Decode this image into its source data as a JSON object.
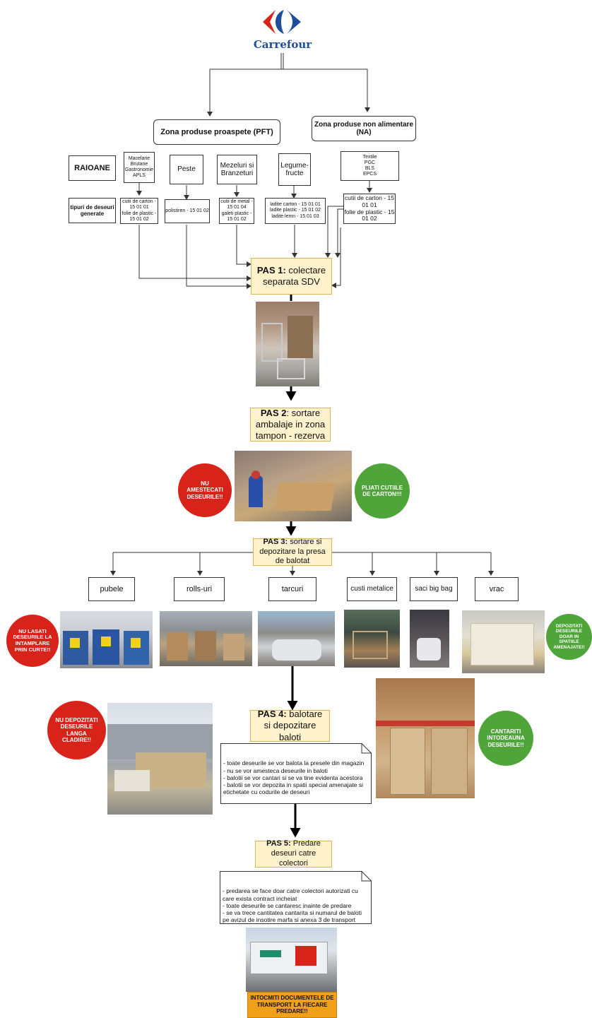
{
  "logo": {
    "brand": "Carrefour"
  },
  "zones": {
    "fresh": "Zona produse proaspete (PFT)",
    "nonfood": "Zona produse non alimentare (NA)"
  },
  "row_labels": {
    "raioane": "RAIOANE",
    "waste_types": "tipuri de deseuri generate"
  },
  "departments": [
    {
      "name": "Macelarie\nBrutarie\nGastronomie\nAPLS",
      "waste": "cutii de carton - 15 01 01\nfolie de plastic - 15 01 02"
    },
    {
      "name": "Peste",
      "waste": "polistiren - 15 01 02"
    },
    {
      "name": "Mezeluri si Branzeturi",
      "waste": "cutii de metal - 15 01 04\ngaleti plastic - 15 01 02"
    },
    {
      "name": "Legume-fructe",
      "waste": "ladite carton - 15 01 01\nladite plastic - 15 01 02\nladite lemn - 15 01 03"
    },
    {
      "name": "Textile\nPGC\nBLS\nEPCS",
      "waste": "cutii de carton - 15 01 01\nfolie de plastic - 15 01 02"
    }
  ],
  "steps": [
    {
      "label": "PAS 1:",
      "text": " colectare separata SDV"
    },
    {
      "label": "PAS 2",
      "text": ": sortare ambalaje in zona tampon - rezerva"
    },
    {
      "label": "PAS 3:",
      "text": " sortare si depozitare la presa de balotat"
    },
    {
      "label": "PAS 4:",
      "text": " balotare si depozitare baloti"
    },
    {
      "label": "PAS 5:",
      "text": " Predare deseuri catre colectori"
    }
  ],
  "warnings": {
    "no_mixing": "NU AMESTECATI DESEURILE!!",
    "fold_boxes": "PLIATI CUTIILE DE CARTON!!!",
    "no_yard": "NU LASATI DESEURILE LA INTAMPLARE PRIN CURTE!!",
    "store_designated": "DEPOZITATI DESEURILE DOAR IN SPATIILE AMENAJATE!!",
    "not_near_building": "NU DEPOZITATI DESEURILE LANGA CLADIRE!!",
    "weigh_always": "CANTARITI INTODEAUNA DESEURILE!!",
    "transport_docs": "INTOCMITI DOCUMENTELE DE TRANSPORT LA FIECARE PREDARE!!"
  },
  "containers": [
    "pubele",
    "rolls-uri",
    "tarcuri",
    "custi metalice",
    "saci big bag",
    "vrac"
  ],
  "notes": {
    "baling": "- toate deseurile se vor balota la presele din magazin\n- nu se vor amesteca deseurile in baloti\n- balotii se vor cantari si se va tine evidenta acestora\n- balotii se vor depozita in spatii special amenajate si etichetate cu codurile de deseuri",
    "handover": "- predarea se face doar catre colectori autorizati cu care exista contract incheiat\n- toate deseurile se cantaresc inainte de predare\n- se va trece cantitatea cantarita si numarul de baloti pe avizul de insotire marfa si anexa 3 de transport"
  },
  "colors": {
    "step_fill": "#fff2cc",
    "step_border": "#d6b656",
    "warn_red": "#d8231a",
    "ok_green": "#4fa53a",
    "final_orange": "#f0a019",
    "brand_blue": "#1f4e9c",
    "brand_red": "#d8231a"
  }
}
